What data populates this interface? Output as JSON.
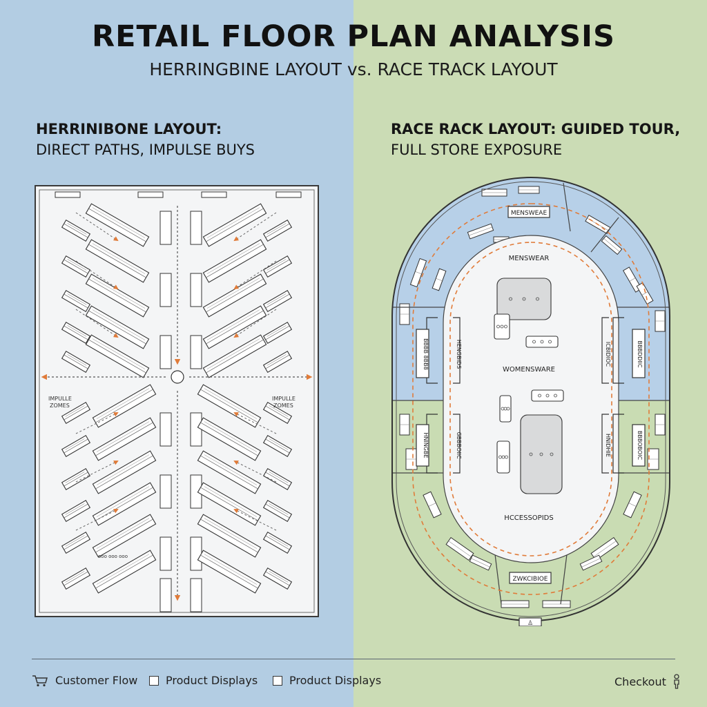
{
  "title": "RETAIL FLOOR PLAN ANALYSIS",
  "subtitle": "HERRINGBINE LAYOUT vs. RACE TRACK LAYOUT",
  "left_panel": {
    "heading_line1": "HERRINIBONE LAYOUT:",
    "heading_line2": "DIRECT PATHS, IMPULSE BUYS",
    "zone_left_line1": "IMPULLE",
    "zone_left_line2": "ZOMES",
    "zone_right_line1": "IMPULLE",
    "zone_right_line2": "ZOMES",
    "bottom_small_label": "ooo ooo ooo"
  },
  "right_panel": {
    "heading_line1": "RACE RACK LAYOUT: GUIDED TOUR,",
    "heading_line2": "FULL STORE EXPOSURE",
    "top_sign": "MENSWEAE",
    "center_label_top": "MENSWEAR",
    "center_label_mid": "WOMENSWARE",
    "center_label_bottom": "HCCESSOPIDS",
    "bottom_sign": "ZWKCIBIOE",
    "side_left_upper": "BBBB 8BB8",
    "side_left_upper2": "HENGBIDS",
    "side_right_upper": "ICBIDIOC",
    "side_right_upper2": "BBBDDIIC",
    "side_left_lower": "HNINGBE",
    "side_left_lower2": "GBBBOIIC",
    "side_right_lower": "HNIDHIE",
    "side_right_lower2": "BBBOBOIC"
  },
  "legend": [
    {
      "icon": "cart-icon",
      "label": "Customer Flow"
    },
    {
      "icon": "square-icon",
      "label": "Product Displays"
    },
    {
      "icon": "square-icon",
      "label": "Product Displays"
    },
    {
      "icon": "person-icon",
      "label": "Checkout"
    }
  ],
  "colors": {
    "left_bg": "#b3cde3",
    "right_bg": "#cbdcb5",
    "flow_arrow": "#e07b39",
    "dept_blue": "#b7d0e8",
    "dept_green": "#c9dcb3"
  }
}
